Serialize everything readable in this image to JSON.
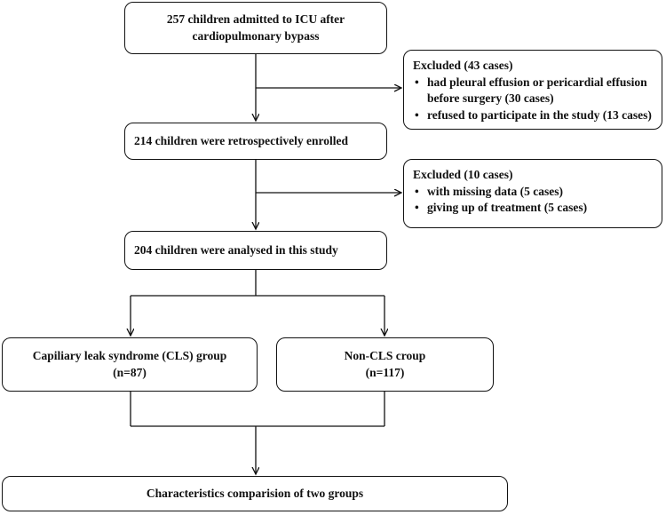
{
  "flowchart": {
    "admitted": {
      "line1": "257 children admitted to ICU after",
      "line2": "cardiopulmonary bypass"
    },
    "exclusion1": {
      "title": "Excluded (43 cases)",
      "items": [
        "had  pleural effusion or pericardial effusion before surgery (30 cases)",
        "refused to participate in the study (13 cases)"
      ]
    },
    "enrolled": "214 children were retrospectively enrolled",
    "exclusion2": {
      "title": "Excluded (10 cases)",
      "items": [
        "with missing data (5 cases)",
        "giving up of treatment (5 cases)"
      ]
    },
    "analysed": "204 children were analysed in this study",
    "cls_group": {
      "line1": "Capiliary leak syndrome (CLS) group",
      "line2": "(n=87)"
    },
    "non_cls_group": {
      "line1": "Non-CLS croup",
      "line2": "(n=117)"
    },
    "comparison": "Characteristics comparision of two groups"
  }
}
